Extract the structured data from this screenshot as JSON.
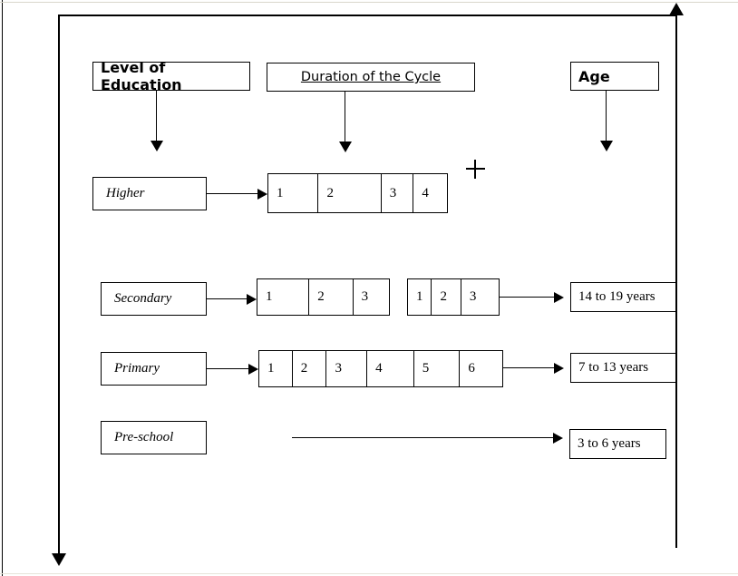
{
  "diagram": {
    "title_headers": [
      {
        "key": "level",
        "label": "Level of Education",
        "style": "bold"
      },
      {
        "key": "duration",
        "label": "Duration of the Cycle",
        "style": "underlined"
      },
      {
        "key": "age",
        "label": "Age",
        "style": "bold"
      }
    ],
    "rows": [
      {
        "key": "higher",
        "level_label": "Higher",
        "duration_groups": [
          {
            "cells": [
              "1",
              "2",
              "3",
              "4"
            ]
          }
        ],
        "age_label": ""
      },
      {
        "key": "secondary",
        "level_label": "Secondary",
        "duration_groups": [
          {
            "cells": [
              "1",
              "2",
              "3"
            ]
          },
          {
            "cells": [
              "1",
              "2",
              "3"
            ]
          }
        ],
        "age_label": "14 to 19 years"
      },
      {
        "key": "primary",
        "level_label": "Primary",
        "duration_groups": [
          {
            "cells": [
              "1",
              "2",
              "3",
              "4",
              "5",
              "6"
            ]
          }
        ],
        "age_label": "7 to 13 years"
      },
      {
        "key": "preschool",
        "level_label": "Pre-school",
        "duration_groups": [],
        "age_label": "3 to 6 years"
      }
    ],
    "marks": {
      "crosshair": "plus-mark"
    },
    "colors": {
      "line": "#000000",
      "background": "#ffffff"
    }
  }
}
